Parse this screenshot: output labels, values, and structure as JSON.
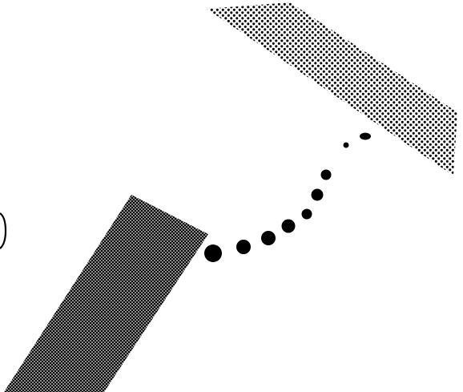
{
  "scene": {
    "background": "#ffffff",
    "ink": "#000000",
    "elements": [
      {
        "name": "upper-right-panel",
        "pattern": "coarse-dot-stipple"
      },
      {
        "name": "lower-left-panel",
        "pattern": "fine-dot-halftone"
      },
      {
        "name": "dot-trail",
        "dot_count": 9
      },
      {
        "name": "left-edge-bracket",
        "pattern": "outline"
      }
    ]
  }
}
